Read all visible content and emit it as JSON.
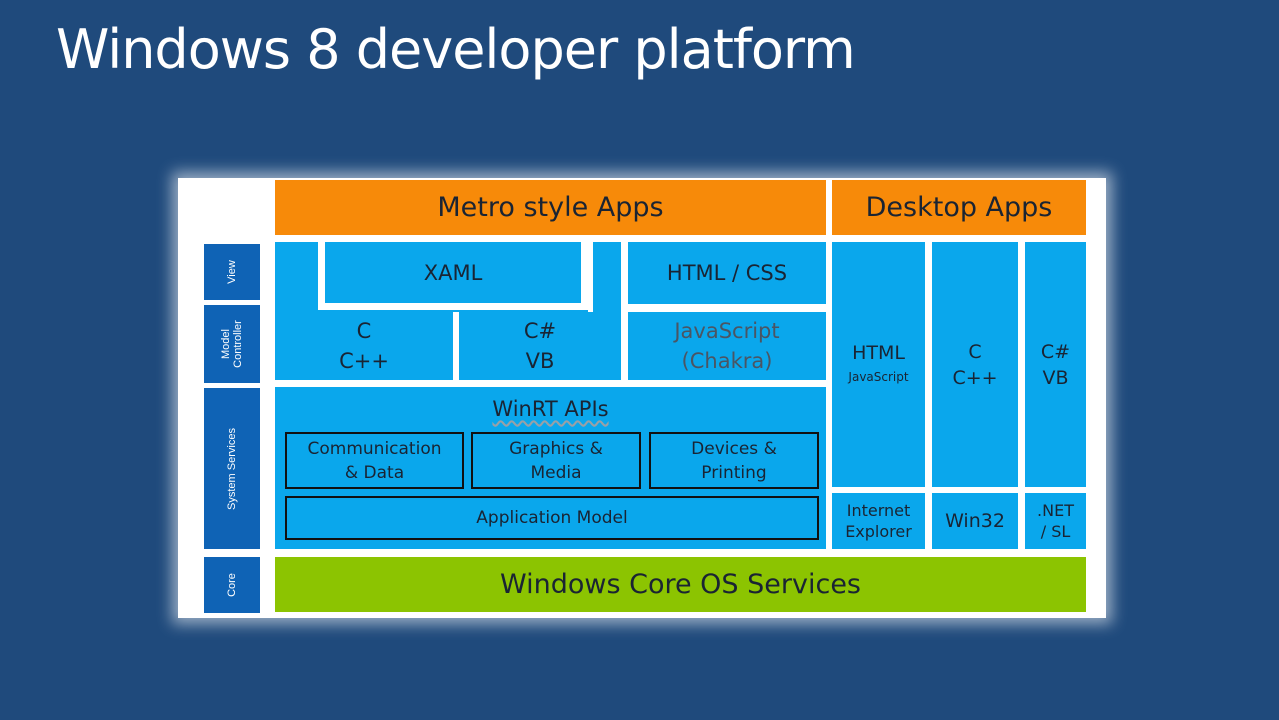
{
  "title": "Windows 8 developer platform",
  "layers": {
    "view": "View",
    "model_controller_1": "Model",
    "model_controller_2": "Controller",
    "system_services": "System Services",
    "core": "Core"
  },
  "metro": {
    "header": "Metro style Apps",
    "xaml": "XAML",
    "html_css": "HTML / CSS",
    "c_line1": "C",
    "c_line2": "C++",
    "cs_line1": "C#",
    "cs_line2": "VB",
    "js_line1": "JavaScript",
    "js_line2": "(Chakra)",
    "winrt_title": "WinRT APIs",
    "comm_line1": "Communication",
    "comm_line2": "& Data",
    "graphics_line1": "Graphics &",
    "graphics_line2": "Media",
    "devices_line1": "Devices &",
    "devices_line2": "Printing",
    "app_model": "Application Model"
  },
  "desktop": {
    "header": "Desktop Apps",
    "html_line1": "HTML",
    "html_line2": "JavaScript",
    "c_line1": "C",
    "c_line2": "C++",
    "cs_line1": "C#",
    "cs_line2": "VB",
    "ie_line1": "Internet",
    "ie_line2": "Explorer",
    "win32": "Win32",
    "net_line1": ".NET",
    "net_line2": "/ SL"
  },
  "core": {
    "label": "Windows Core OS Services"
  }
}
